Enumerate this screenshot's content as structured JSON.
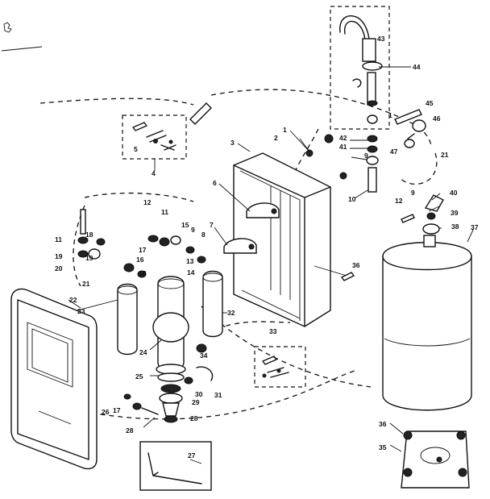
{
  "diagram": {
    "part_numbers": [
      "1",
      "2",
      "3",
      "4",
      "5",
      "6",
      "7",
      "8",
      "9",
      "10",
      "11",
      "12",
      "13",
      "14",
      "15",
      "16",
      "17",
      "18",
      "19",
      "20",
      "21",
      "22",
      "23",
      "24",
      "25",
      "26",
      "27",
      "28",
      "29",
      "30",
      "31",
      "32",
      "33",
      "34",
      "35",
      "36",
      "37",
      "38",
      "39",
      "40",
      "41",
      "42",
      "43",
      "44",
      "45",
      "46",
      "47"
    ]
  }
}
